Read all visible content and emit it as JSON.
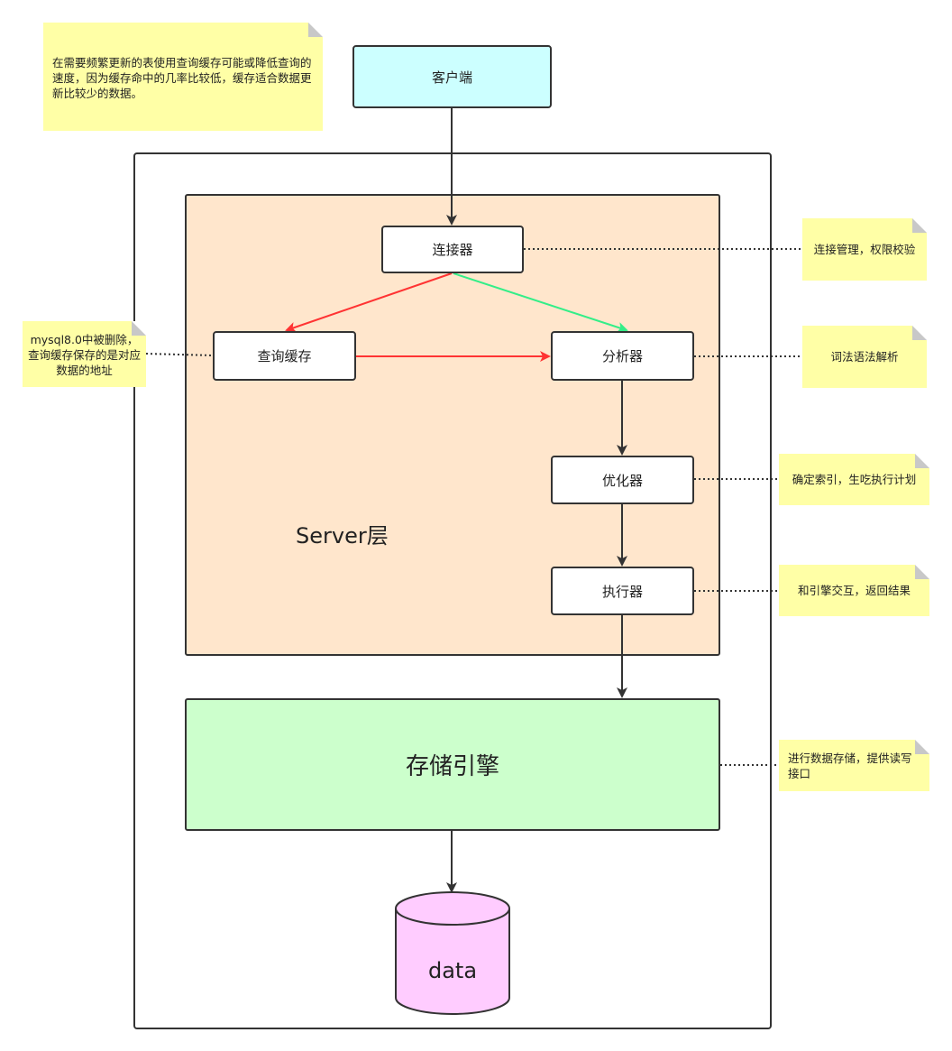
{
  "diagram": {
    "client": "客户端",
    "server_layer": "Server层",
    "connector": "连接器",
    "query_cache": "查询缓存",
    "analyzer": "分析器",
    "optimizer": "优化器",
    "executor": "执行器",
    "storage_engine": "存储引擎",
    "data": "data"
  },
  "notes": {
    "top": "在需要频繁更新的表使用查询缓存可能或降低查询的速度，因为缓存命中的几率比较低，缓存适合数据更新比较少的数据。",
    "cache": "mysql8.0中被删除，查询缓存保存的是对应数据的地址",
    "connector": "连接管理，权限校验",
    "analyzer": "词法语法解析",
    "optimizer": "确定索引，生吃执行计划",
    "executor": "和引擎交互，返回结果",
    "storage": "进行数据存储，提供读写接口"
  },
  "colors": {
    "client_fill": "#ccffff",
    "server_fill": "#ffe6cc",
    "storage_fill": "#ccffcc",
    "data_fill": "#ffccff",
    "note_fill": "#ffffa6",
    "red_arrow": "#ff3333",
    "green_arrow": "#33ee88",
    "line": "#333333"
  }
}
